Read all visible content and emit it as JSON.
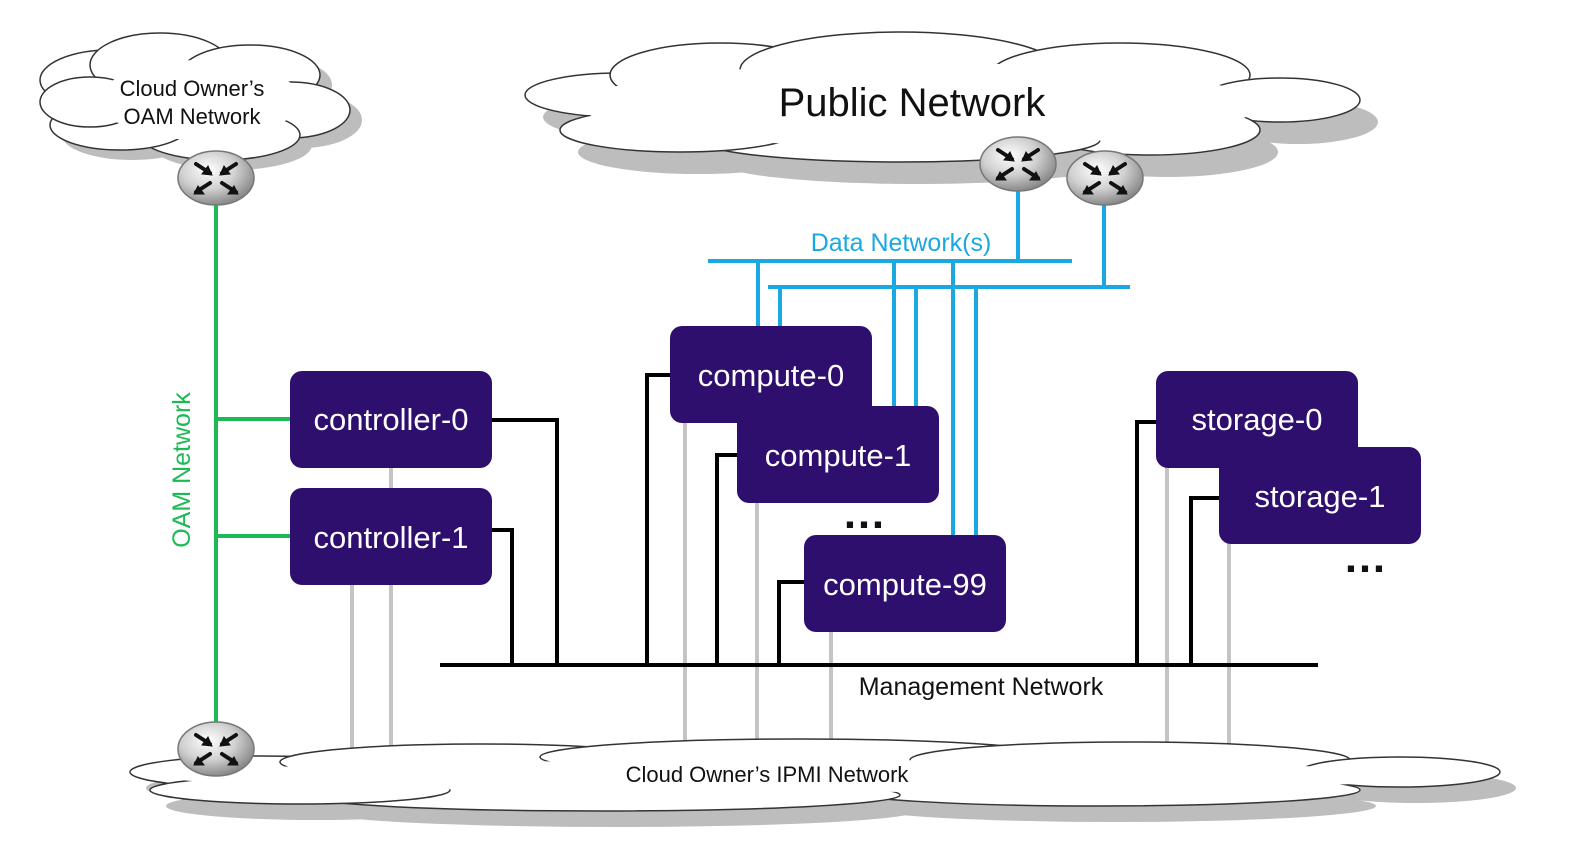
{
  "clouds": {
    "oam": {
      "line1": "Cloud Owner’s",
      "line2": "OAM Network"
    },
    "public": {
      "label": "Public Network"
    },
    "ipmi": {
      "label": "Cloud Owner’s IPMI Network"
    }
  },
  "networks": {
    "oam": {
      "label": "OAM Network",
      "color": "#1db954"
    },
    "data": {
      "label": "Data Network(s)",
      "color": "#1aa8e0"
    },
    "management": {
      "label": "Management Network",
      "color": "#000000"
    },
    "ipmi_link_color": "#c4c4c4"
  },
  "nodes": {
    "controller0": "controller-0",
    "controller1": "controller-1",
    "compute0": "compute-0",
    "compute1": "compute-1",
    "compute99": "compute-99",
    "storage0": "storage-0",
    "storage1": "storage-1",
    "fill_color": "#2e0f6e"
  },
  "ellipsis": {
    "compute": "…",
    "storage": "…"
  },
  "icons": {
    "router": "router-icon"
  }
}
